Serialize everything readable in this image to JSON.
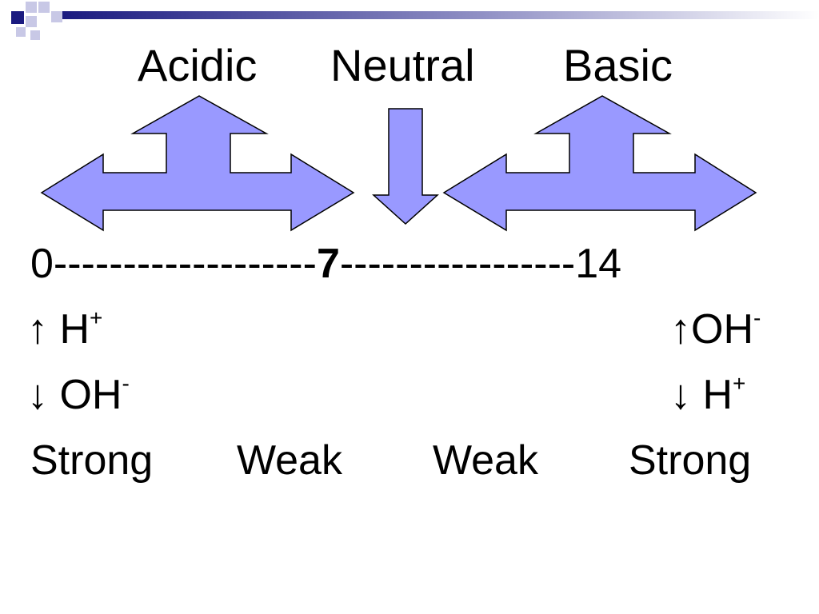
{
  "headings": {
    "acidic": "Acidic",
    "neutral": "Neutral",
    "basic": "Basic"
  },
  "scale": {
    "min": "0",
    "dashes_left": "-------------------",
    "mid": "7",
    "dashes_right": "-----------------",
    "max": "14"
  },
  "rows": {
    "left_up_arrow": "↑",
    "left_up_ion": "H",
    "left_up_charge": "+",
    "left_down_arrow": "↓",
    "left_down_ion": "OH",
    "left_down_charge": "-",
    "right_up_arrow": "↑",
    "right_up_ion": "OH",
    "right_up_charge": "-",
    "right_down_arrow": "↓",
    "right_down_ion": "H",
    "right_down_charge": "+"
  },
  "strength": {
    "s1": "Strong",
    "s2": "Weak",
    "s3": "Weak",
    "s4": "Strong"
  },
  "colors": {
    "arrow_fill": "#9999ff",
    "arrow_stroke": "#000000",
    "deco_navy": "#1a1a80",
    "deco_light": "#b0b0d8"
  }
}
